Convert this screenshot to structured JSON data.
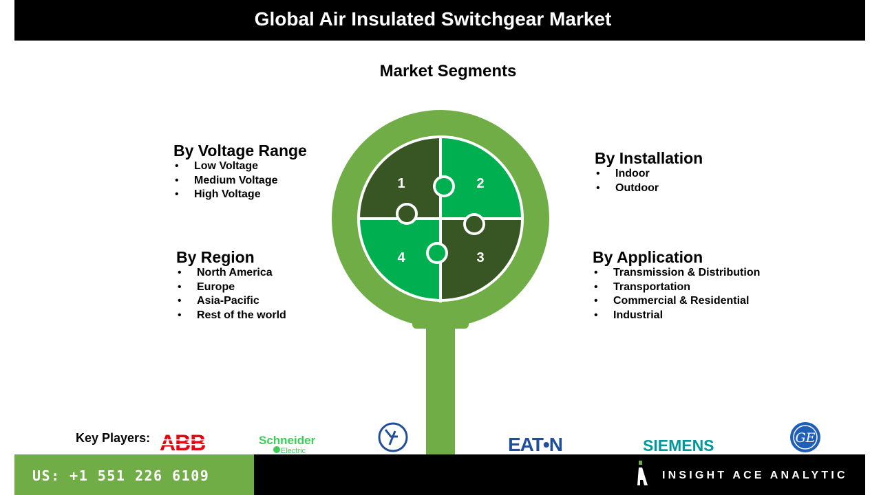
{
  "header": {
    "title": "Global Air Insulated Switchgear Market"
  },
  "subtitle": "Market Segments",
  "puzzle": {
    "pieces": [
      "1",
      "2",
      "3",
      "4"
    ]
  },
  "segments": {
    "voltage": {
      "title": "By Voltage Range",
      "items": [
        "Low Voltage",
        "Medium Voltage",
        "High Voltage"
      ]
    },
    "region": {
      "title": "By Region",
      "items": [
        "North America",
        "Europe",
        "Asia-Pacific",
        "Rest of the world"
      ]
    },
    "installation": {
      "title": "By Installation",
      "items": [
        "Indoor",
        "Outdoor"
      ]
    },
    "application": {
      "title": "By Application",
      "items": [
        "Transmission & Distribution",
        "Transportation",
        "Commercial & Residential",
        "Industrial"
      ]
    }
  },
  "bullet": "•",
  "key_players": {
    "label": "Key Players:",
    "logos": {
      "abb": "ABB",
      "schneider": "Schneider",
      "schneider_sub": "Electric",
      "eaton": "EAT•N",
      "siemens": "SIEMENS",
      "ge": "GE"
    }
  },
  "footer": {
    "phone": "US: +1 551 226 6109",
    "brand": "INSIGHT ACE ANALYTIC"
  },
  "colors": {
    "ring": "#70ad47",
    "dark_green": "#375623",
    "bright_green": "#00b050",
    "footer_left": "#70ad47",
    "footer_right": "#000000"
  }
}
